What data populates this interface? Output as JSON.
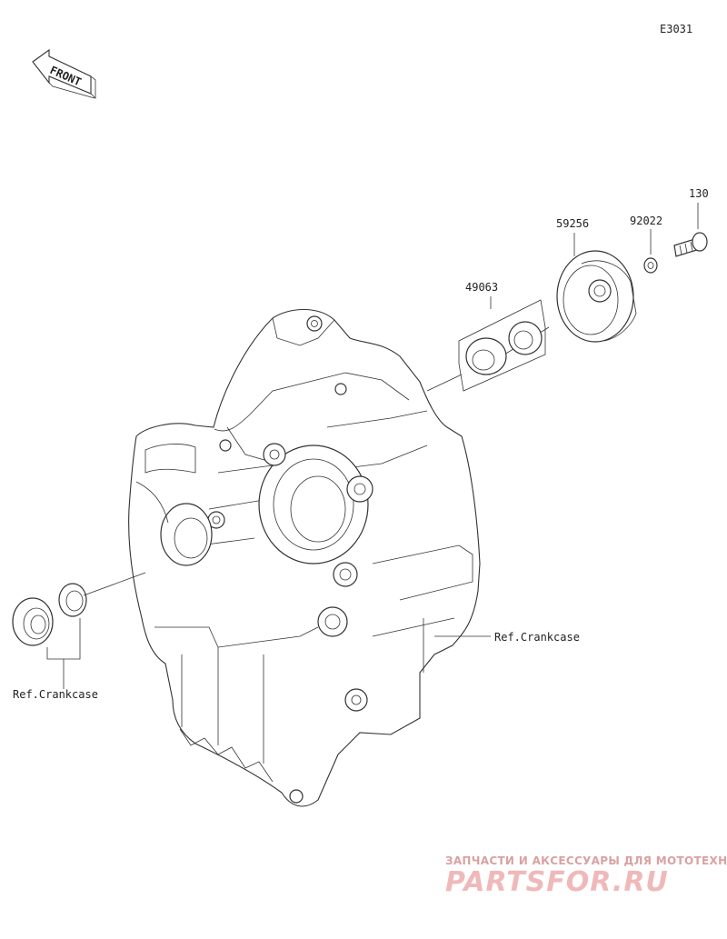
{
  "diagram_code": "E3031",
  "front_label": "FRONT",
  "parts": {
    "bolt": "130",
    "washer": "92022",
    "cover": "59256",
    "pump_kit": "49063"
  },
  "ref_labels": {
    "right": "Ref.Crankcase",
    "left": "Ref.Crankcase"
  },
  "watermark": {
    "tagline": "ЗАПЧАСТИ И АКСЕССУАРЫ ДЛЯ МОТОТЕХНИКИ",
    "logo": "PARTSFOR.RU"
  },
  "colors": {
    "line": "#333333",
    "watermark": "#f0b9b9"
  }
}
